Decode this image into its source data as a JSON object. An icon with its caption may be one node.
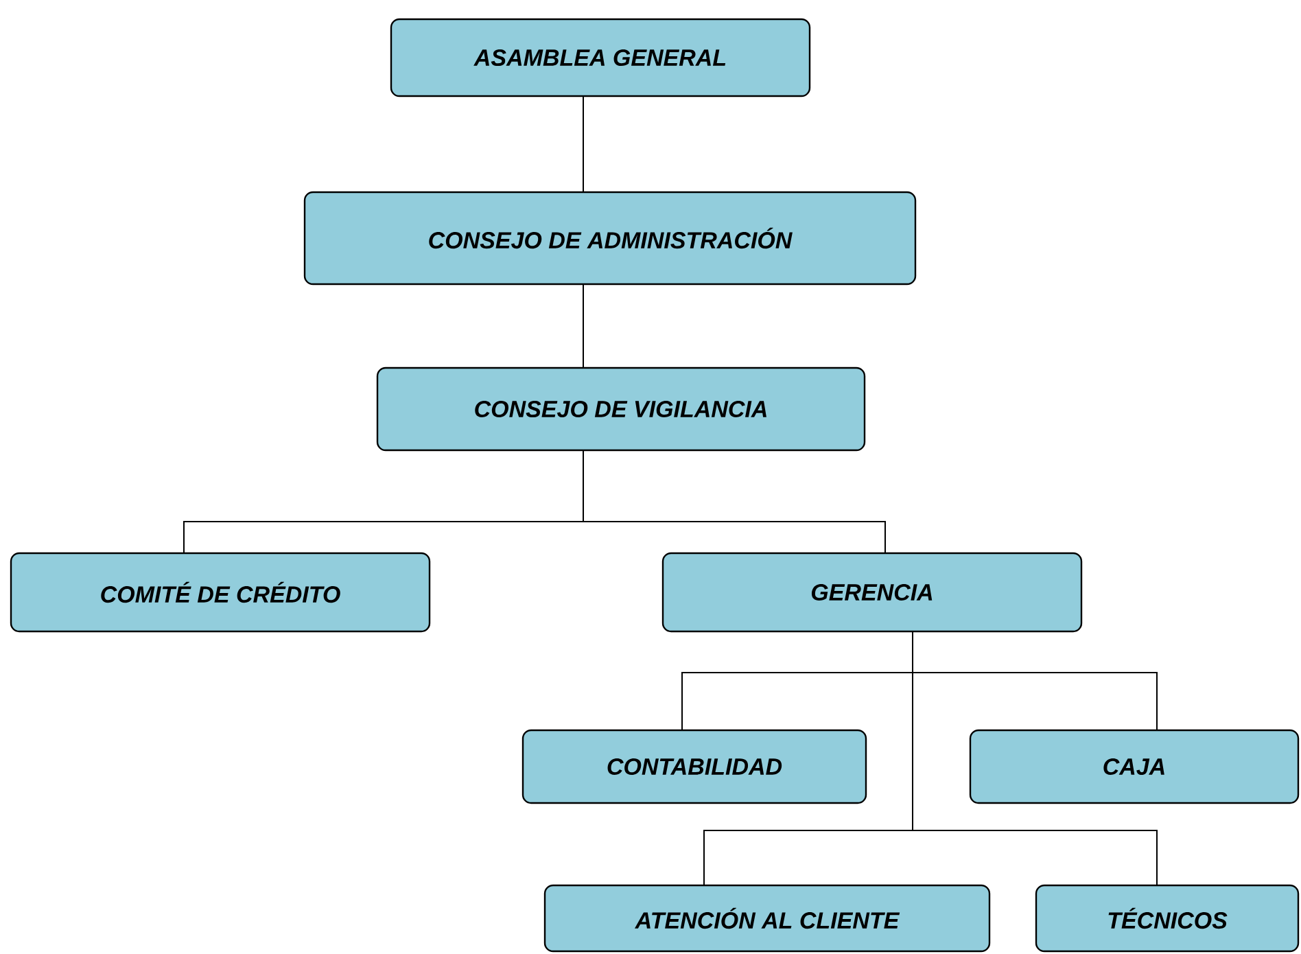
{
  "diagram": {
    "nodes": [
      {
        "text": [
          "ASAMBLEA GENERAL"
        ]
      },
      {
        "text": [
          "CONSEJO DE ADMINISTRACIÓN"
        ]
      },
      {
        "text": [
          "CONSEJO DE VIGILANCIA"
        ]
      },
      {
        "text": [
          "COMITÉ DE CRÉDITO"
        ]
      },
      {
        "text": [
          "GERENCIA"
        ]
      },
      {
        "text": [
          "CONTABILIDAD"
        ]
      },
      {
        "text": [
          "CAJA"
        ]
      },
      {
        "text": [
          "ATENCIÓN AL CLIENTE"
        ]
      },
      {
        "text": [
          "TÉCNICOS"
        ]
      }
    ],
    "edges": [
      {
        "from": 0,
        "to": 1,
        "arrow": "none"
      },
      {
        "from": 1,
        "to": 2,
        "arrow": "none"
      },
      {
        "from": 2,
        "to": 3,
        "arrow": "none"
      },
      {
        "from": 2,
        "to": 4,
        "arrow": "none"
      },
      {
        "from": 4,
        "to": 5,
        "arrow": "none"
      },
      {
        "from": 4,
        "to": 6,
        "arrow": "none"
      },
      {
        "from": 4,
        "to": 7,
        "arrow": "none"
      },
      {
        "from": 4,
        "to": 8,
        "arrow": "none"
      }
    ]
  }
}
